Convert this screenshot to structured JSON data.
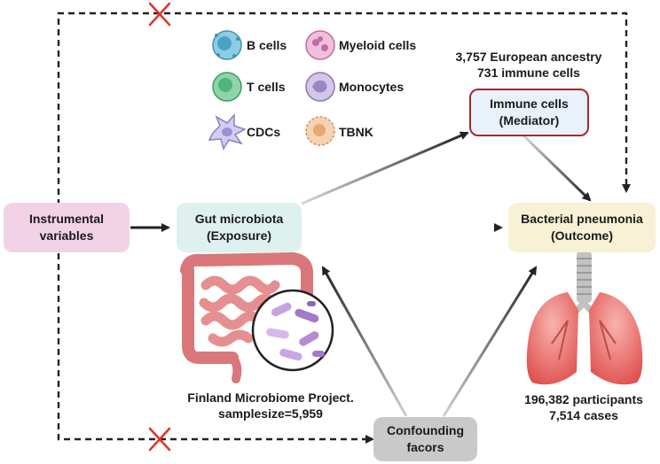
{
  "boxes": {
    "instrumental": {
      "line1": "Instrumental",
      "line2": "variables",
      "fill": "#f2d3e6"
    },
    "gut": {
      "line1": "Gut microbiota",
      "line2": "(Exposure)",
      "fill": "#dff1ee"
    },
    "immune": {
      "line1": "Immune cells",
      "line2": "(Mediator)",
      "fill": "#e9f2fb",
      "border": "#a52a2a"
    },
    "outcome": {
      "line1": "Bacterial pneumonia",
      "line2": "(Outcome)",
      "fill": "#f8f1d6"
    },
    "confounding": {
      "line1": "Confounding",
      "line2": "facors",
      "fill": "#c9c9c9"
    }
  },
  "immune_stats": {
    "line1": "3,757 European ancestry",
    "line2": "731 immune cells"
  },
  "gut_source": {
    "line1": "Finland Microbiome Project.",
    "line2": "samplesize=5,959"
  },
  "outcome_stats": {
    "line1": "196,382 participants",
    "line2": "7,514 cases"
  },
  "cell_types": [
    {
      "label": "B cells",
      "icon": "b-cell-icon",
      "color": "#7fc4dc"
    },
    {
      "label": "Myeloid cells",
      "icon": "myeloid-cell-icon",
      "color": "#e8a8cf"
    },
    {
      "label": "T cells",
      "icon": "t-cell-icon",
      "color": "#7cc99a"
    },
    {
      "label": "Monocytes",
      "icon": "monocyte-icon",
      "color": "#c4b3dc"
    },
    {
      "label": "CDCs",
      "icon": "cdc-icon",
      "color": "#c9c4e6"
    },
    {
      "label": "TBNK",
      "icon": "tbnk-icon",
      "color": "#f2c49e"
    }
  ],
  "colors": {
    "arrow": "#222222",
    "cross": "#e0332c",
    "intestine": "#d9777a",
    "lung": "#e66a6a",
    "trachea": "#b8b8b8"
  }
}
